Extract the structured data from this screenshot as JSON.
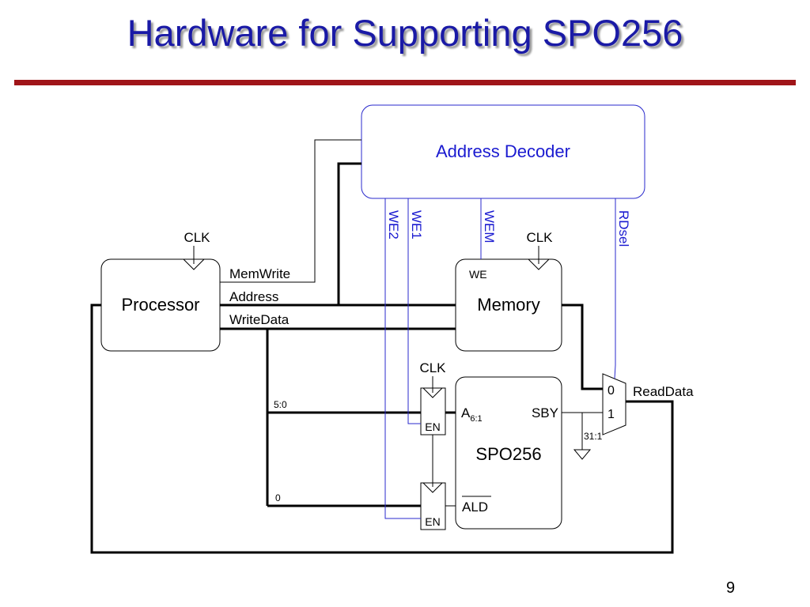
{
  "slide": {
    "title": "Hardware for Supporting SPO256",
    "page_number": "9"
  },
  "colors": {
    "title": "#1a1aa6",
    "rule": "#a01519",
    "decoder_lines": "#2a2acc",
    "wires": "#000000"
  },
  "diagram": {
    "address_decoder": "Address Decoder",
    "processor": "Processor",
    "memory": "Memory",
    "spo256": "SPO256",
    "clk_processor": "CLK",
    "clk_memory": "CLK",
    "clk_registers": "CLK",
    "signal_memwrite": "MemWrite",
    "signal_address": "Address",
    "signal_writedata": "WriteData",
    "signal_we2": "WE2",
    "signal_we1": "WE1",
    "signal_wem": "WEM",
    "signal_rdsel": "RDsel",
    "memory_we_port": "WE",
    "bits_5_0": "5:0",
    "bit_0": "0",
    "en_top": "EN",
    "en_bottom": "EN",
    "port_a": "A",
    "port_a_sub": "6:1",
    "port_sby": "SBY",
    "port_ald": "ALD",
    "mux_in0": "0",
    "mux_in1": "1",
    "readdata": "ReadData",
    "zeroext": "31:1"
  }
}
